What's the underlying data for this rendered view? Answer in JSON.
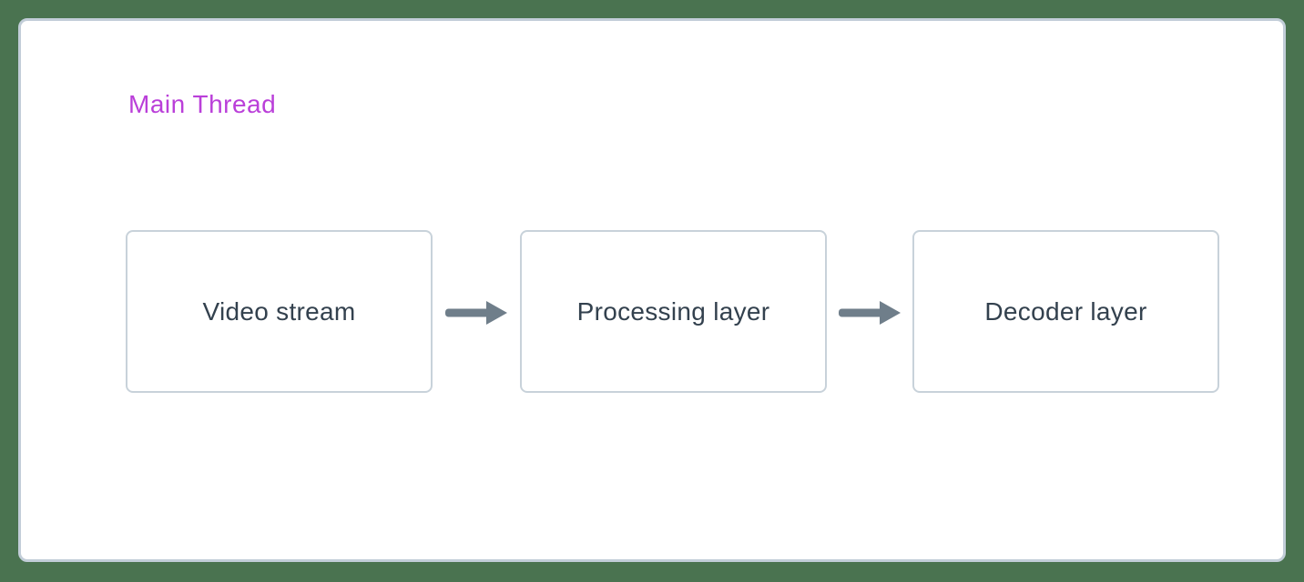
{
  "colors": {
    "bg-green": "#4a7350",
    "card-bg": "#ffffff",
    "card-border": "#c2cdd8",
    "node-border": "#c8d2da",
    "node-text": "#33414e",
    "arrow-gray": "#6f7e8a",
    "accent-purple": "#ba3fd9"
  },
  "diagram": {
    "title": "Main Thread",
    "nodes": [
      {
        "label": "Video stream"
      },
      {
        "label": "Processing layer"
      },
      {
        "label": "Decoder layer"
      }
    ],
    "arrows": [
      {
        "from": "Video stream",
        "to": "Processing layer"
      },
      {
        "from": "Processing layer",
        "to": "Decoder layer"
      }
    ]
  }
}
